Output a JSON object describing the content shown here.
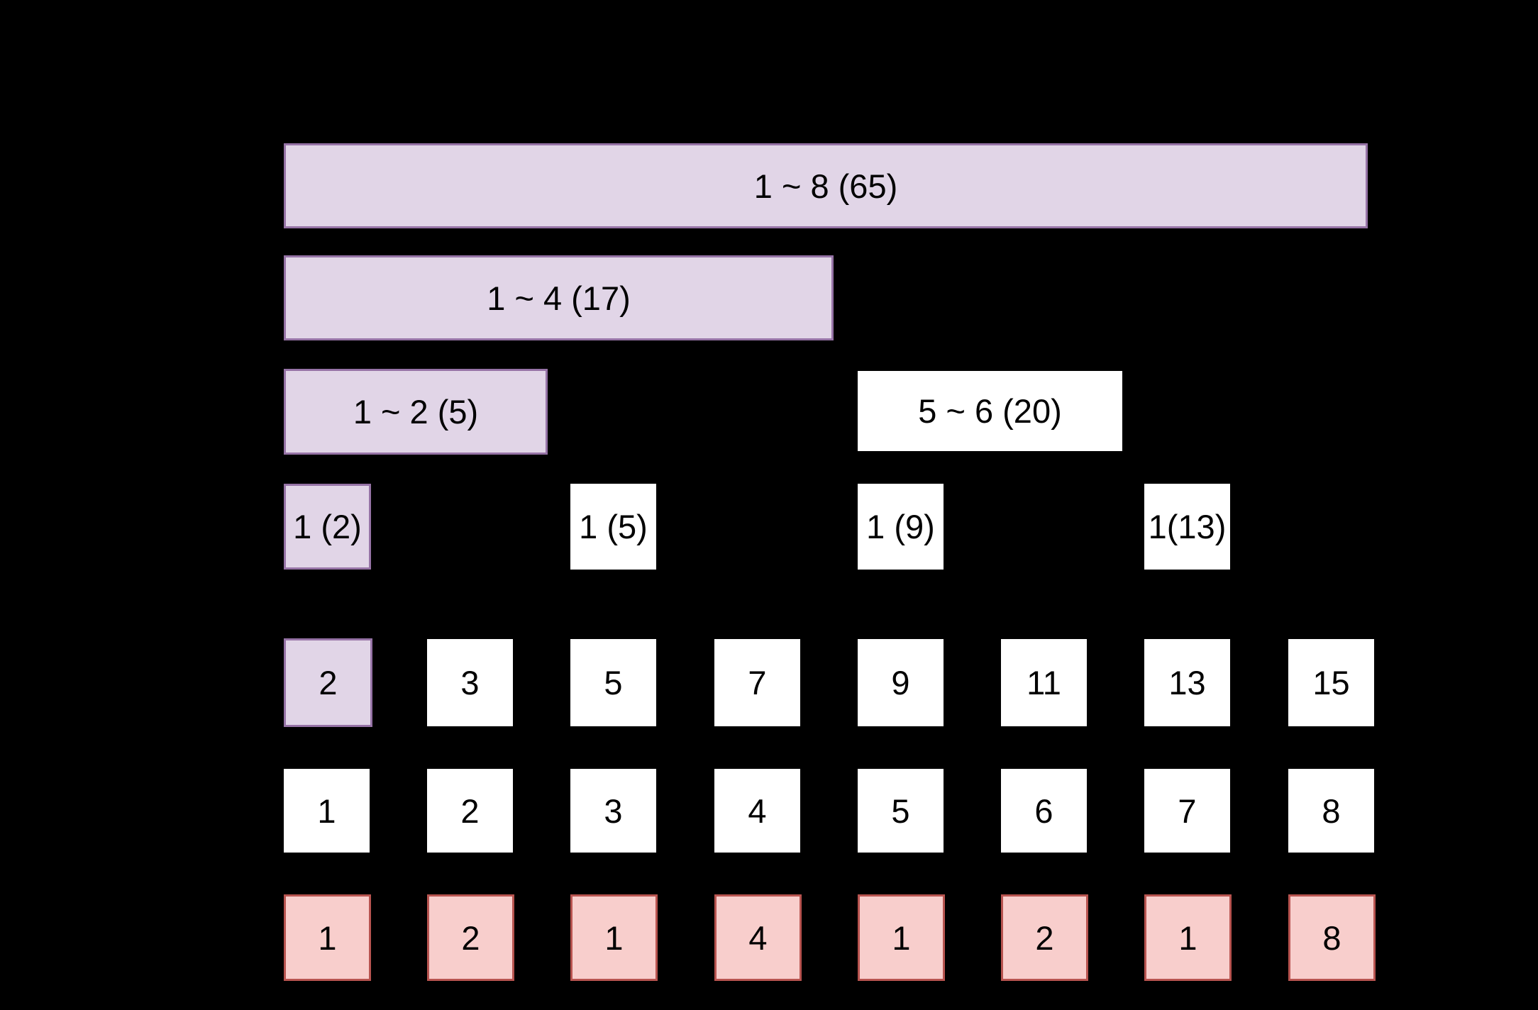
{
  "diagram_type": "fenwick-binary-indexed-tree",
  "colors": {
    "background": "#000000",
    "highlight_fill": "#E1D5E7",
    "highlight_stroke": "#9673A6",
    "plain_fill": "#FFFFFF",
    "lowbit_fill": "#F8CECC",
    "lowbit_stroke": "#B85450",
    "text": "#000000"
  },
  "tree": {
    "nodes": {
      "n_1_8": "1 ~ 8 (65)",
      "n_1_4": "1 ~ 4 (17)",
      "n_1_2": "1 ~ 2 (5)",
      "n_5_6": "5 ~ 6 (20)",
      "n_1": "1 (2)",
      "n_3": "1 (5)",
      "n_5": "1 (9)",
      "n_7": "1(13)"
    }
  },
  "rows": {
    "values": {
      "cells": [
        "2",
        "3",
        "5",
        "7",
        "9",
        "11",
        "13",
        "15"
      ]
    },
    "indices": {
      "cells": [
        "1",
        "2",
        "3",
        "4",
        "5",
        "6",
        "7",
        "8"
      ]
    },
    "lowbit": {
      "cells": [
        "1",
        "2",
        "1",
        "4",
        "1",
        "2",
        "1",
        "8"
      ]
    }
  }
}
